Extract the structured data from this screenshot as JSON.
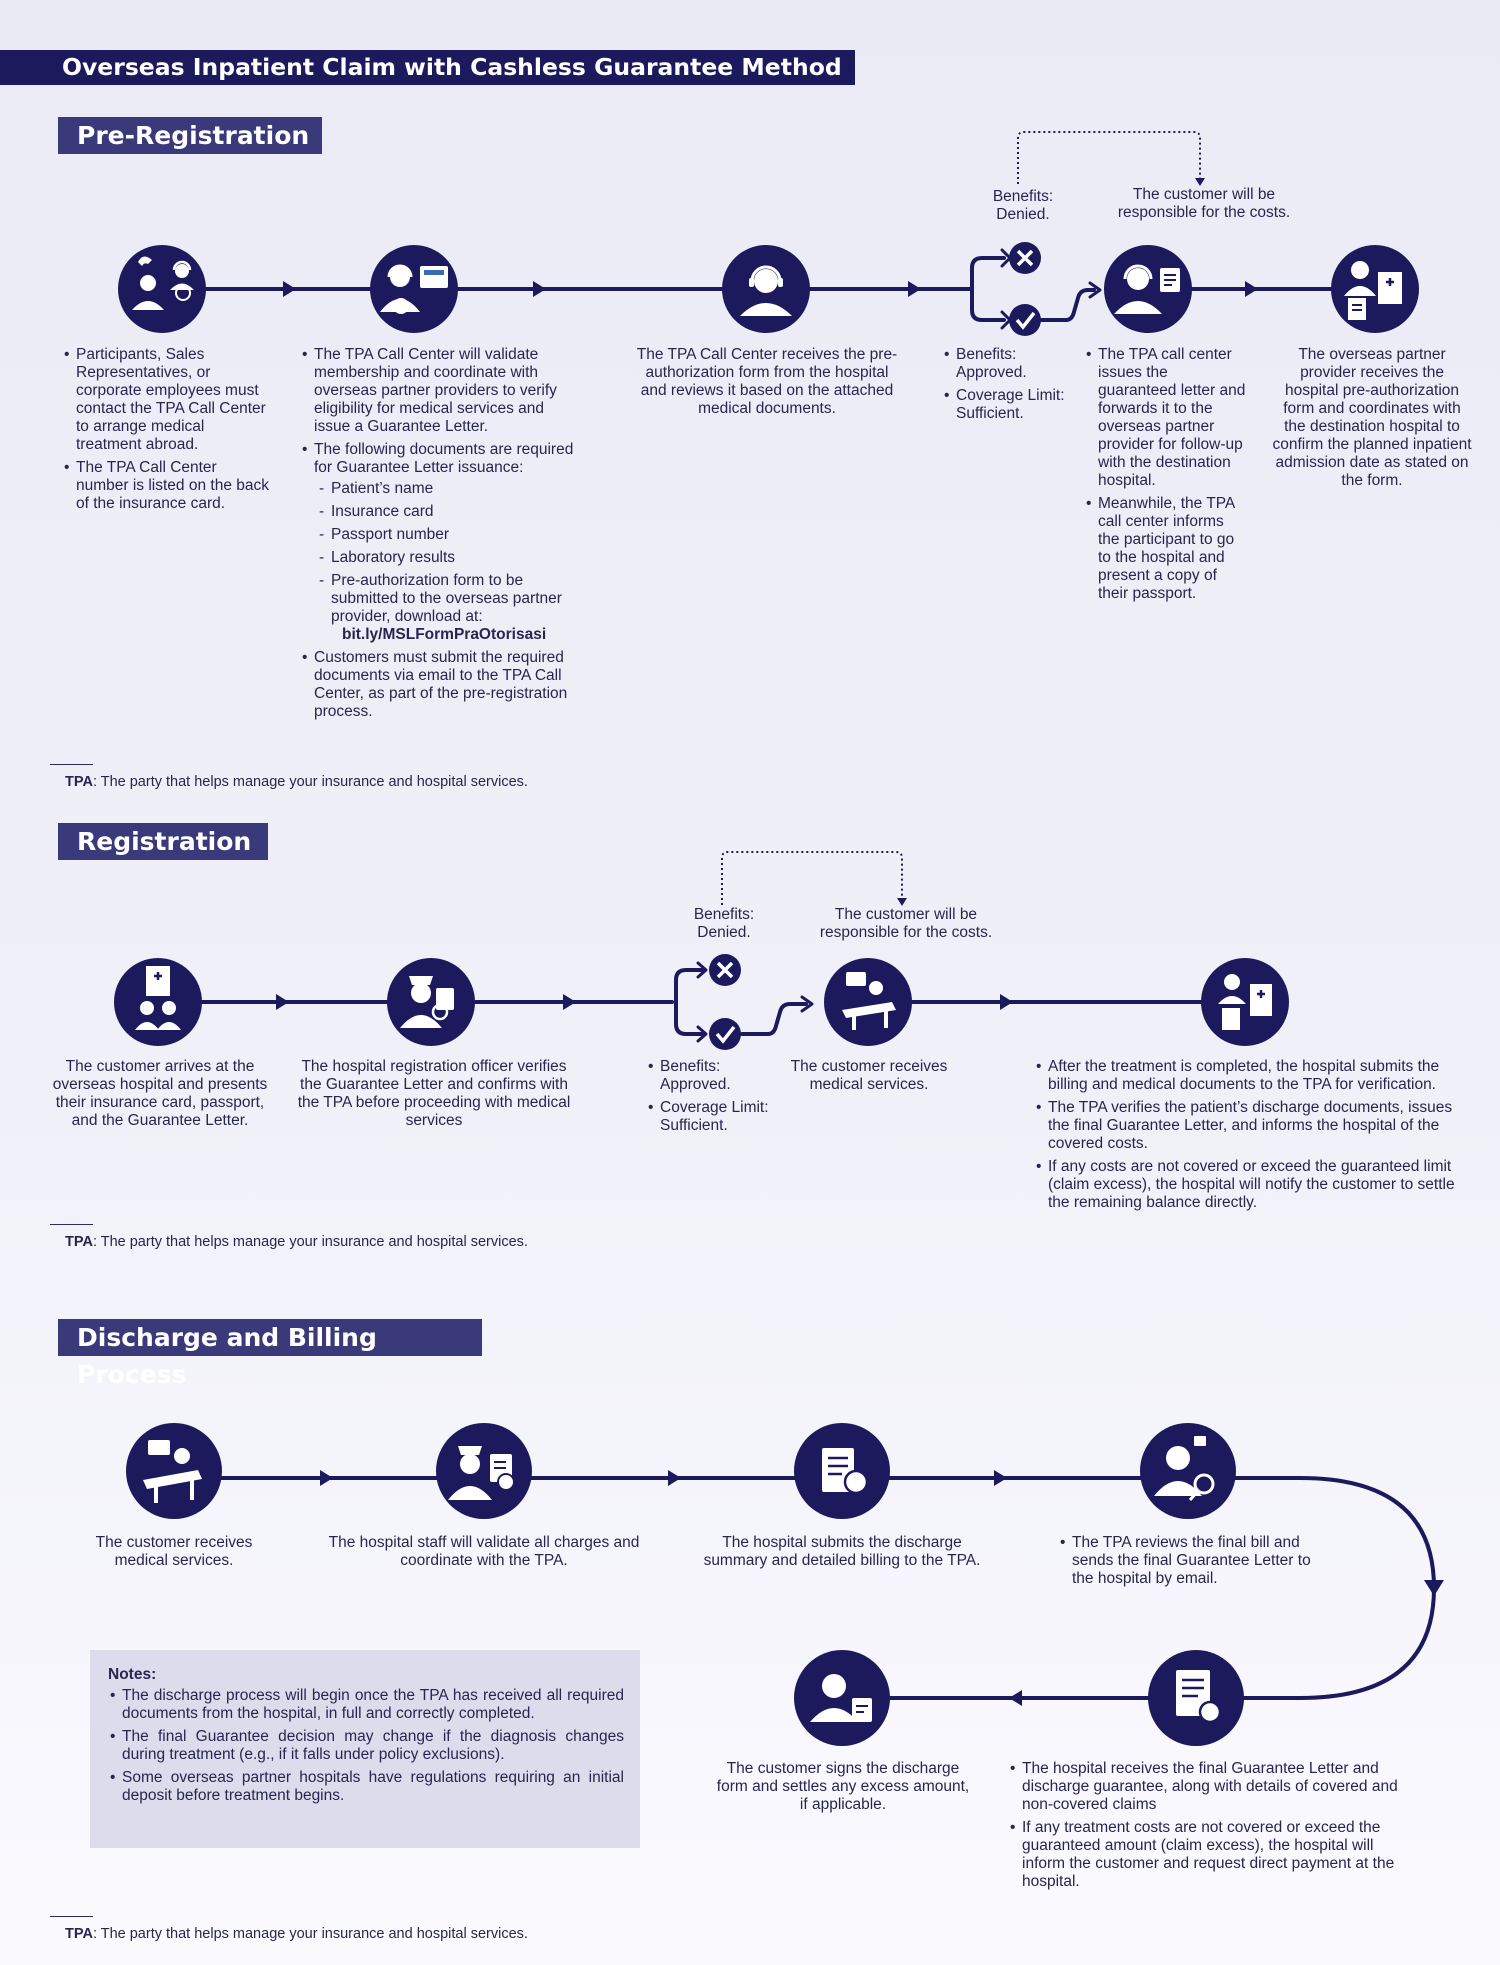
{
  "title": "Overseas Inpatient Claim with Cashless Guarantee Method",
  "footnote": {
    "term": "TPA",
    "text": ": The party that helps manage your insurance and hospital services."
  },
  "pre_registration": {
    "heading": "Pre-Registration",
    "steps": [
      {
        "icon": "call-center-contact-icon",
        "bullets": [
          "Participants, Sales Representatives, or corporate employees must contact the TPA Call Center to arrange medical treatment abroad.",
          "The TPA Call Center number is listed on the back of the insurance card."
        ]
      },
      {
        "icon": "agent-id-card-icon",
        "bullets": [
          "The TPA Call Center will validate membership and coordinate with overseas partner providers to verify eligibility for medical services and issue a Guarantee Letter.",
          "The following documents are required for Guarantee Letter issuance:",
          "Customers must submit the required documents via email to the TPA Call Center, as part of the pre-registration process."
        ],
        "documents": [
          "Patient’s name",
          "Insurance card",
          "Passport number",
          "Laboratory results",
          "Pre-authorization form to be submitted to the overseas partner provider, download at:"
        ],
        "link": "bit.ly/MSLFormPraOtorisasi"
      },
      {
        "icon": "headset-agent-icon",
        "text": "The TPA Call Center receives the pre-authorization form from the hospital and reviews it based on the attached medical documents."
      },
      {
        "icon": "agent-letter-icon",
        "bullets": [
          "The TPA call center issues the guaranteed letter and forwards it  to the overseas partner provider for follow-up with the destination hospital.",
          "Meanwhile, the TPA call center informs the participant to go to the hospital and present a copy of their passport."
        ]
      },
      {
        "icon": "partner-hospital-icon",
        "text": "The overseas partner provider receives the hospital pre-authorization form and coordinates with the destination hospital to confirm the planned inpatient admission date as stated on the form."
      }
    ],
    "decision": {
      "denied_label": "Benefits: Denied.",
      "denied_outcome": "The customer will be responsible for the costs.",
      "approved_bullets": [
        "Benefits: Approved.",
        "Coverage Limit: Sufficient."
      ]
    }
  },
  "registration": {
    "heading": "Registration",
    "steps": [
      {
        "icon": "hospital-arrival-icon",
        "text": "The customer arrives at the overseas hospital and presents their insurance card, passport, and the Guarantee Letter."
      },
      {
        "icon": "registration-officer-icon",
        "text": "The hospital registration officer verifies the Guarantee Letter and confirms with the TPA before proceeding with medical services"
      },
      {
        "icon": "medical-service-icon",
        "text": "The customer receives medical services."
      },
      {
        "icon": "hospital-billing-icon",
        "bullets": [
          "After the treatment is completed, the hospital submits the billing and medical documents to the TPA for verification.",
          "The TPA verifies the patient’s discharge documents, issues the final Guarantee Letter, and informs the hospital of the covered costs.",
          "If any costs are not covered or exceed the guaranteed limit (claim excess), the hospital will notify the customer to settle the remaining balance directly."
        ]
      }
    ],
    "decision": {
      "denied_label": "Benefits: Denied.",
      "denied_outcome": "The customer will be responsible for the costs.",
      "approved_bullets": [
        "Benefits: Approved.",
        "Coverage Limit: Sufficient."
      ]
    }
  },
  "discharge": {
    "heading": "Discharge and Billing Process",
    "steps": [
      {
        "icon": "medical-service-icon",
        "text": "The customer receives medical services."
      },
      {
        "icon": "nurse-invoice-icon",
        "text": "The hospital staff will validate all charges and coordinate with the TPA."
      },
      {
        "icon": "billing-summary-icon",
        "text": "The hospital submits the discharge summary and detailed billing to the TPA."
      },
      {
        "icon": "tpa-review-icon",
        "bullets": [
          "The TPA reviews the final bill and sends the final Guarantee Letter to the hospital by email."
        ]
      },
      {
        "icon": "guarantee-document-icon",
        "bullets": [
          "The hospital receives the final Guarantee Letter and discharge guarantee, along with details of covered and non-covered claims",
          "If any treatment costs are not covered or exceed the guaranteed amount (claim excess), the hospital will inform the customer and request direct payment at the hospital."
        ]
      },
      {
        "icon": "customer-sign-icon",
        "text": "The customer signs the discharge form and settles any excess amount, if applicable."
      }
    ],
    "notes": {
      "heading": "Notes:",
      "items": [
        "The discharge process will begin once the TPA has received all required documents from the hospital, in full and correctly completed.",
        "The final Guarantee decision may change if the diagnosis changes during treatment (e.g., if it falls under policy exclusions).",
        "Some overseas partner hospitals have regulations requiring an initial deposit before treatment begins."
      ]
    }
  },
  "colors": {
    "navy": "#1c1a5c",
    "section": "#3a3a7a",
    "text": "#26264f",
    "notes_bg": "#dcdcec"
  }
}
